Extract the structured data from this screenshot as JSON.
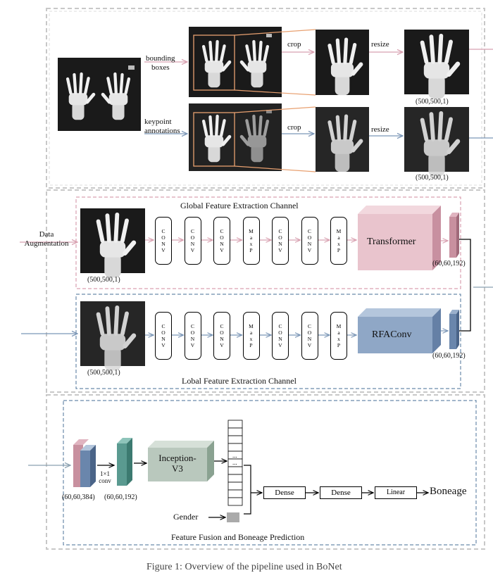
{
  "top": {
    "bbox_label": [
      "bounding",
      "boxes"
    ],
    "kp_label": [
      "keypoint",
      "annotations"
    ],
    "crop": "crop",
    "resize": "resize",
    "shape_1": "(500,500,1)",
    "shape_2": "(500,500,1)"
  },
  "middle": {
    "aug_label": [
      "Data",
      "Augmentation"
    ],
    "global_title": "Global Feature Extraction Channel",
    "local_title": "Lobal Feature Extraction Channel",
    "global_layers": [
      "C\nO\nN\nV",
      "C\nO\nN\nV",
      "C\nO\nN\nV",
      "M\na\nx\nP",
      "C\nO\nN\nV",
      "C\nO\nN\nV",
      "M\na\nx\nP"
    ],
    "local_layers": [
      "C\nO\nN\nV",
      "C\nO\nN\nV",
      "C\nO\nN\nV",
      "M\na\nx\nP",
      "C\nO\nN\nV",
      "C\nO\nN\nV",
      "M\na\nx\nP"
    ],
    "transformer": "Transformer",
    "rfaconv": "RFAConv",
    "in_shape_1": "(500,500,1)",
    "in_shape_2": "(500,500,1)",
    "out_shape_1": "(60,60,192)",
    "out_shape_2": "(60,60,192)"
  },
  "bottom": {
    "title": "Feature Fusion and Boneage Prediction",
    "conv_label": [
      "1×1",
      "conv"
    ],
    "shape_a": "(60,60,384)",
    "shape_b": "(60,60,192)",
    "inception": [
      "Inception-",
      "V3"
    ],
    "dense1": "Dense",
    "dense2": "Dense",
    "linear": "Linear",
    "output": "Boneage",
    "gender": "Gender",
    "dots": "..."
  },
  "colors": {
    "transformer_front": "#e9c4cd",
    "transformer_side": "#c890a0",
    "rfaconv_front": "#8fa7c6",
    "rfaconv_side": "#6580a6",
    "inception_front": "#b9c8bd",
    "inception_side": "#8aa291",
    "teal": "#5a9a90",
    "pink_border": "#d9a0b0",
    "blue_border": "#6a8aaa",
    "arrow_pink": "#d8a0b0",
    "arrow_blue": "#7b96b6",
    "orange": "#e8a070"
  },
  "caption_partial": "Figure 1: Overview of the pipeline used in BoNet"
}
